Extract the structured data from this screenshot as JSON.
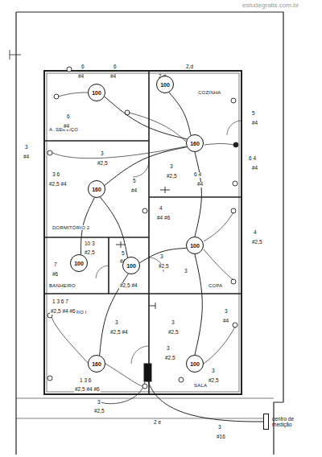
{
  "diagram": {
    "nodes": [
      {
        "text": [
          "100"
        ]
      },
      {
        "text": [
          "100"
        ]
      },
      {
        "text": [
          "160"
        ]
      },
      {
        "text": [
          "160"
        ]
      },
      {
        "text": [
          "100"
        ]
      },
      {
        "text": [
          "100"
        ]
      },
      {
        "text": [
          "100"
        ]
      },
      {
        "text": [
          "160"
        ]
      },
      {
        "text": [
          "100"
        ]
      },
      {
        "text": [
          "centro de medição"
        ]
      }
    ],
    "edges": [
      {
        "from": 0,
        "to": 2,
        "arrow": "none"
      },
      {
        "from": 1,
        "to": 2,
        "arrow": "none"
      },
      {
        "from": 2,
        "to": 3,
        "arrow": "none"
      },
      {
        "from": 2,
        "to": 4,
        "arrow": "none"
      },
      {
        "from": 3,
        "to": 5,
        "arrow": "none"
      },
      {
        "from": 3,
        "to": 6,
        "arrow": "none"
      },
      {
        "from": 4,
        "to": 6,
        "arrow": "none"
      },
      {
        "from": 4,
        "to": 8,
        "arrow": "none"
      },
      {
        "from": 6,
        "to": 7,
        "arrow": "none"
      }
    ],
    "labels": [
      "estudegratis.com.br",
      "A. SERVIÇO",
      "COZINHA",
      "DORMITÓRIO 2",
      "BANHEIRO",
      "COPA",
      "DORMITÓRIO I",
      "SALA",
      "2,d",
      "2,d",
      "6",
      "#4",
      "6",
      "#4",
      "6",
      "#4",
      "3",
      "#4",
      "3",
      "#2,5",
      "3 6",
      "#2,5 #4",
      "5",
      "#4",
      "3",
      "#2,5",
      "6 4",
      "#4",
      "5",
      "#4",
      "6 4",
      "#4",
      "4",
      "#4 #6",
      "4",
      "#2,5",
      "7",
      "#6",
      "10 3",
      "#2,5",
      "5",
      "#4",
      "3",
      "#2,5",
      "3",
      "#2,5 #4",
      "1 3 6 7",
      "#2,5 #4 #6",
      "3",
      "#2,5 #4",
      "3",
      "#2,5",
      "3",
      "#4",
      "3",
      "#2,5",
      "1 3 6",
      "#2,5 #4 #6",
      "3",
      "#2,5",
      "3",
      "#2,5",
      "2 e",
      "3",
      "#16"
    ]
  }
}
